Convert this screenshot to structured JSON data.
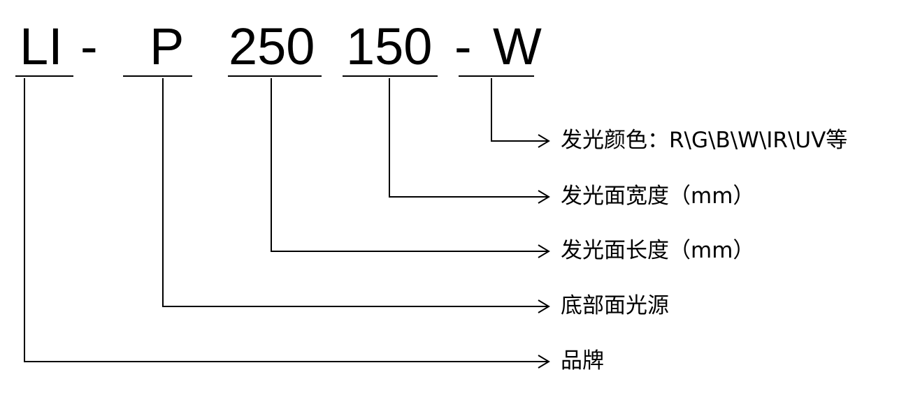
{
  "code": {
    "brand": "LI",
    "sep1": "-",
    "type": "P",
    "length": "250",
    "width": "150",
    "sep2": "-",
    "color": "W"
  },
  "legend": {
    "color_desc": "发光颜色：R\\G\\B\\W\\IR\\UV等",
    "width_desc": "发光面宽度（mm）",
    "length_desc": "发光面长度（mm）",
    "type_desc": "底部面光源",
    "brand_desc": "品牌"
  }
}
